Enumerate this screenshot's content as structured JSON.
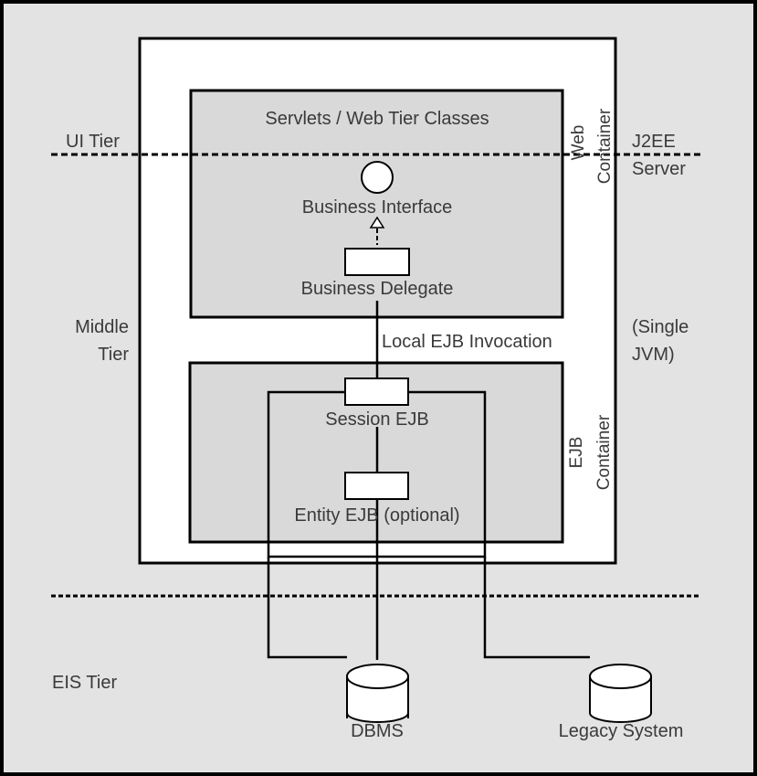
{
  "diagram": {
    "colors": {
      "frame": "#000000",
      "page_background": "#e3e3e3",
      "server_background": "#ffffff",
      "container_fill": "#d9d9d9",
      "text": "#3a3a3a"
    },
    "tiers": {
      "ui": "UI Tier",
      "middle_line1": "Middle",
      "middle_line2": "Tier",
      "eis": "EIS Tier"
    },
    "server": {
      "line1": "J2EE",
      "line2": "Server",
      "note_line1": "(Single",
      "note_line2": "JVM)"
    },
    "web_container": {
      "label_line1": "Web",
      "label_line2": "Container",
      "title": "Servlets / Web Tier Classes",
      "business_interface": "Business Interface",
      "business_delegate": "Business Delegate"
    },
    "connection_label": "Local EJB Invocation",
    "ejb_container": {
      "label_line1": "EJB",
      "label_line2": "Container",
      "session_ejb": "Session EJB",
      "entity_ejb": "Entity EJB (optional)"
    },
    "resources": {
      "dbms": "DBMS",
      "legacy": "Legacy System"
    }
  }
}
